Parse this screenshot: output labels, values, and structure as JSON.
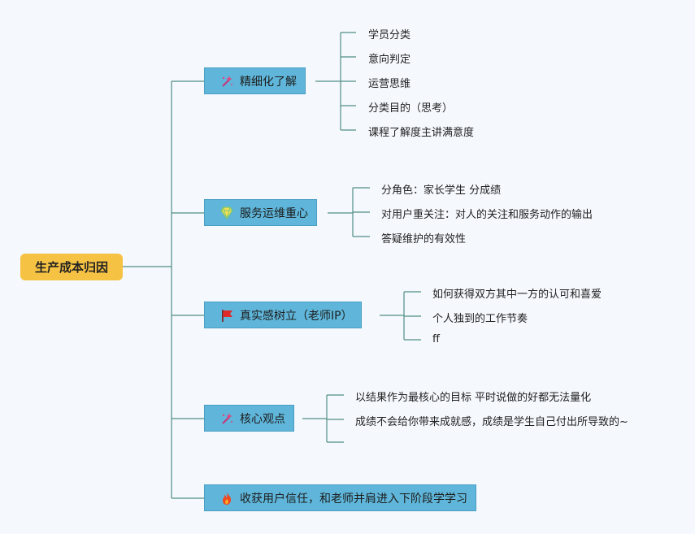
{
  "root": {
    "label": "生产成本归因"
  },
  "branches": [
    {
      "label": "精细化了解",
      "icon": "sparkle-wand-icon",
      "leaves": [
        "学员分类",
        "意向判定",
        "运营思维",
        "分类目的（思考）",
        "课程了解度主讲满意度"
      ]
    },
    {
      "label": "服务运维重心",
      "icon": "diamond-icon",
      "leaves": [
        "分角色：家长学生 分成绩",
        "对用户重关注：对人的关注和服务动作的输出",
        "答疑维护的有效性"
      ]
    },
    {
      "label": "真实感树立（老师IP）",
      "icon": "red-flag-icon",
      "leaves": [
        "如何获得双方其中一方的认可和喜爱",
        "个人独到的工作节奏",
        "ff"
      ]
    },
    {
      "label": "核心观点",
      "icon": "sparkle-wand-icon",
      "leaves": [
        "以结果作为最核心的目标 平时说做的好都无法量化",
        "成绩不会给你带来成就感，成绩是学生自己付出所导致的~",
        ""
      ]
    },
    {
      "label": "收获用户信任，和老师并肩进入下阶段学学习",
      "icon": "fire-icon",
      "leaves": []
    }
  ],
  "colors": {
    "line": "#4f8f86",
    "branch_fill": "#5fb6da",
    "root_fill": "#f6c244"
  }
}
